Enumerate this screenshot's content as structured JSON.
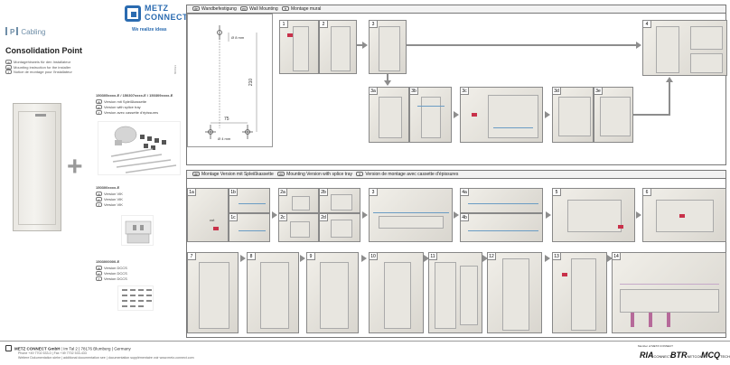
{
  "brand": {
    "logo_line1": "METZ",
    "logo_line2": "CONNECT",
    "slogan": "We realize ideas",
    "color": "#2a6bb0"
  },
  "category": "Cabling",
  "title": "Consolidation Point",
  "languages": [
    {
      "code": "de",
      "text": "Montagehinweis für den Installateur"
    },
    {
      "code": "en",
      "text": "Mounting instruction for the installer"
    },
    {
      "code": "fr",
      "text": "Notice de montage pour l'installateur"
    }
  ],
  "article_no": "806633",
  "variants": [
    {
      "part_number": "150305xxxx-E / 150307xxxx-E / 150309xxxx-E",
      "lines": [
        {
          "code": "de",
          "text": "Version mit Spleißkassette"
        },
        {
          "code": "en",
          "text": "Version with splice tray"
        },
        {
          "code": "fr",
          "text": "Version avec cassette d'épissures"
        }
      ]
    },
    {
      "part_number": "150300xxxx-E",
      "lines": [
        {
          "code": "de",
          "text": "Version VIK"
        },
        {
          "code": "en",
          "text": "Version VIK"
        },
        {
          "code": "fr",
          "text": "Version VIK"
        }
      ]
    },
    {
      "part_number": "1503000000-E",
      "lines": [
        {
          "code": "de",
          "text": "Version DCCS"
        },
        {
          "code": "en",
          "text": "Version DCCS"
        },
        {
          "code": "fr",
          "text": "Version DCCS"
        }
      ]
    }
  ],
  "sections": {
    "wall": {
      "parts": [
        {
          "code": "de",
          "text": "Wandbefestigung"
        },
        {
          "code": "en",
          "text": "Wall Mounting"
        },
        {
          "code": "fr",
          "text": "Montage mural"
        }
      ],
      "dims": {
        "hole": "Ø 8 mm",
        "height": "210",
        "width": "75",
        "bottom_hole": "Ø 4 mm"
      }
    },
    "splice": {
      "parts": [
        {
          "code": "de",
          "text": "Montage Version mit Spleißkassette"
        },
        {
          "code": "en",
          "text": "Mounting Version with splice tray"
        },
        {
          "code": "fr",
          "text": "Version de montage avec cassette d'épissures"
        }
      ],
      "cut_label": "cut"
    }
  },
  "steps_wall": [
    "1",
    "2",
    "3",
    "3a",
    "3b",
    "3c",
    "3d",
    "3e",
    "4"
  ],
  "steps_splice_row1": [
    "1a",
    "1b",
    "1c",
    "2a",
    "2b",
    "2c",
    "2d",
    "3",
    "4a",
    "4b",
    "5",
    "6"
  ],
  "steps_splice_row2": [
    "7",
    "8",
    "9",
    "10",
    "11",
    "12",
    "13",
    "14"
  ],
  "footer": {
    "company": "METZ CONNECT GmbH",
    "address": "Im Tal 2 | 78176 Blumberg | Germany",
    "phone": "Phone +49 7702 533-0 | Fax +49 7702 533-433",
    "docs": "Weitere Dokumentation siehe | additional documentation see | documentation supplémentaire voir www.metz-connect.com",
    "member": "Member of METZ CONNECT",
    "certs": [
      {
        "name": "RIA",
        "sub": "CONNECT"
      },
      {
        "name": "BTR",
        "sub": "NETCOM"
      },
      {
        "name": "MCQ",
        "sub": "TECH"
      }
    ]
  },
  "colors": {
    "frame": "#777777",
    "arrow": "#8d8d8d",
    "cable": "#6a9cc4",
    "accent": "#c8314a"
  }
}
